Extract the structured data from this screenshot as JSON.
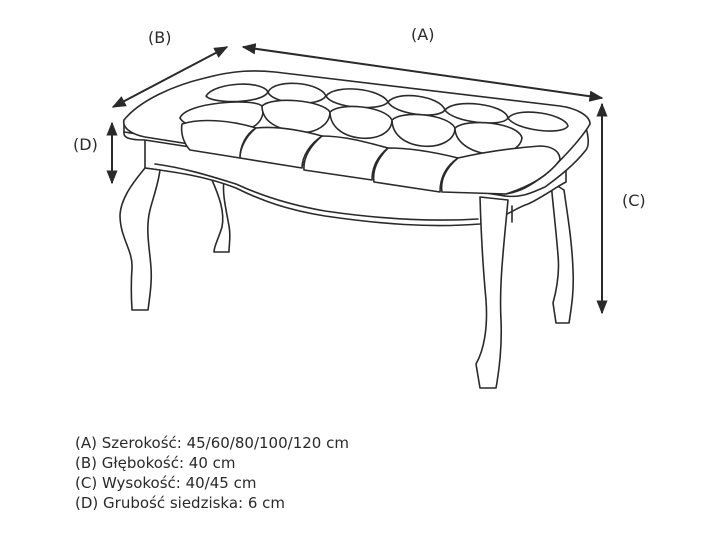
{
  "dimension_labels": {
    "a": "(A)",
    "b": "(B)",
    "c": "(C)",
    "d": "(D)"
  },
  "specs": [
    "(A) Szerokość: 45/60/80/100/120 cm",
    "(B) Głębokość: 40 cm",
    "(C) Wysokość: 40/45 cm",
    "(D) Grubość siedziska: 6 cm"
  ],
  "colors": {
    "line": "#2a2a2a",
    "background": "#ffffff"
  }
}
